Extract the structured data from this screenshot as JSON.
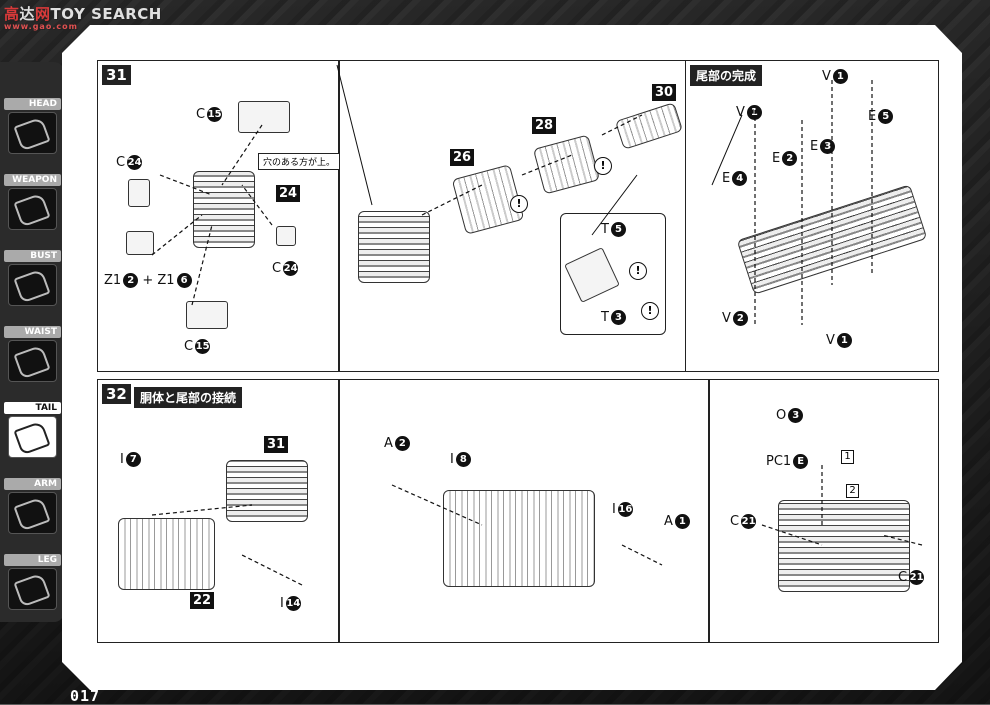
{
  "watermark": {
    "brand_a": "高",
    "brand_b": "达",
    "brand_c": "网",
    "brand_d": "TOY SEARCH",
    "sub": "www.gao.com"
  },
  "sidebar": {
    "items": [
      {
        "label": "HEAD",
        "icon": "dragon-head-icon"
      },
      {
        "label": "WEAPON",
        "icon": "claw-weapon-icon"
      },
      {
        "label": "BUST",
        "icon": "bust-icon"
      },
      {
        "label": "WAIST",
        "icon": "waist-icon"
      },
      {
        "label": "TAIL",
        "icon": "tail-icon",
        "active": true
      },
      {
        "label": "ARM",
        "icon": "arm-icon"
      },
      {
        "label": "LEG",
        "icon": "leg-icon"
      }
    ]
  },
  "page_number": "017",
  "step31": {
    "number": "31",
    "note": "穴のある方が上。",
    "tags": {
      "t24": "24",
      "t26": "26",
      "t28": "28",
      "t30": "30"
    },
    "labels": {
      "c15a": "C",
      "n15a": "15",
      "c24a": "C",
      "n24a": "24",
      "c24b": "C",
      "n24b": "24",
      "c15b": "C",
      "n15b": "15",
      "z1a": "Z1",
      "n2": "2",
      "plus": "+",
      "z1b": "Z1",
      "n6": "6"
    },
    "inset": {
      "t5": "T",
      "n5": "5",
      "t3": "T",
      "n3": "3"
    }
  },
  "tail_complete": {
    "title": "尾部の完成",
    "labels": {
      "v1a": "V",
      "n1a": "1",
      "v1b": "V",
      "n1b": "1",
      "e2": "E",
      "n2": "2",
      "e3": "E",
      "n3": "3",
      "e5": "E",
      "n5": "5",
      "e4": "E",
      "n4": "4",
      "v2": "V",
      "n2v": "2",
      "v1c": "V",
      "n1c": "1"
    }
  },
  "step32": {
    "number": "32",
    "title": "胴体と尾部の接続",
    "tags": {
      "t31": "31",
      "t22": "22"
    },
    "labels": {
      "i7": "I",
      "n7": "7",
      "i14": "I",
      "n14": "14",
      "a2": "A",
      "na2": "2",
      "i8": "I",
      "n8": "8",
      "i16": "I",
      "n16": "16",
      "a1": "A",
      "na1": "1",
      "o3": "O",
      "no3": "3",
      "pc1": "PC1",
      "npc": "E",
      "c21a": "C",
      "n21a": "21",
      "c21b": "C",
      "n21b": "21"
    },
    "order": {
      "one": "1",
      "two": "2"
    }
  },
  "warning_symbol": "!"
}
